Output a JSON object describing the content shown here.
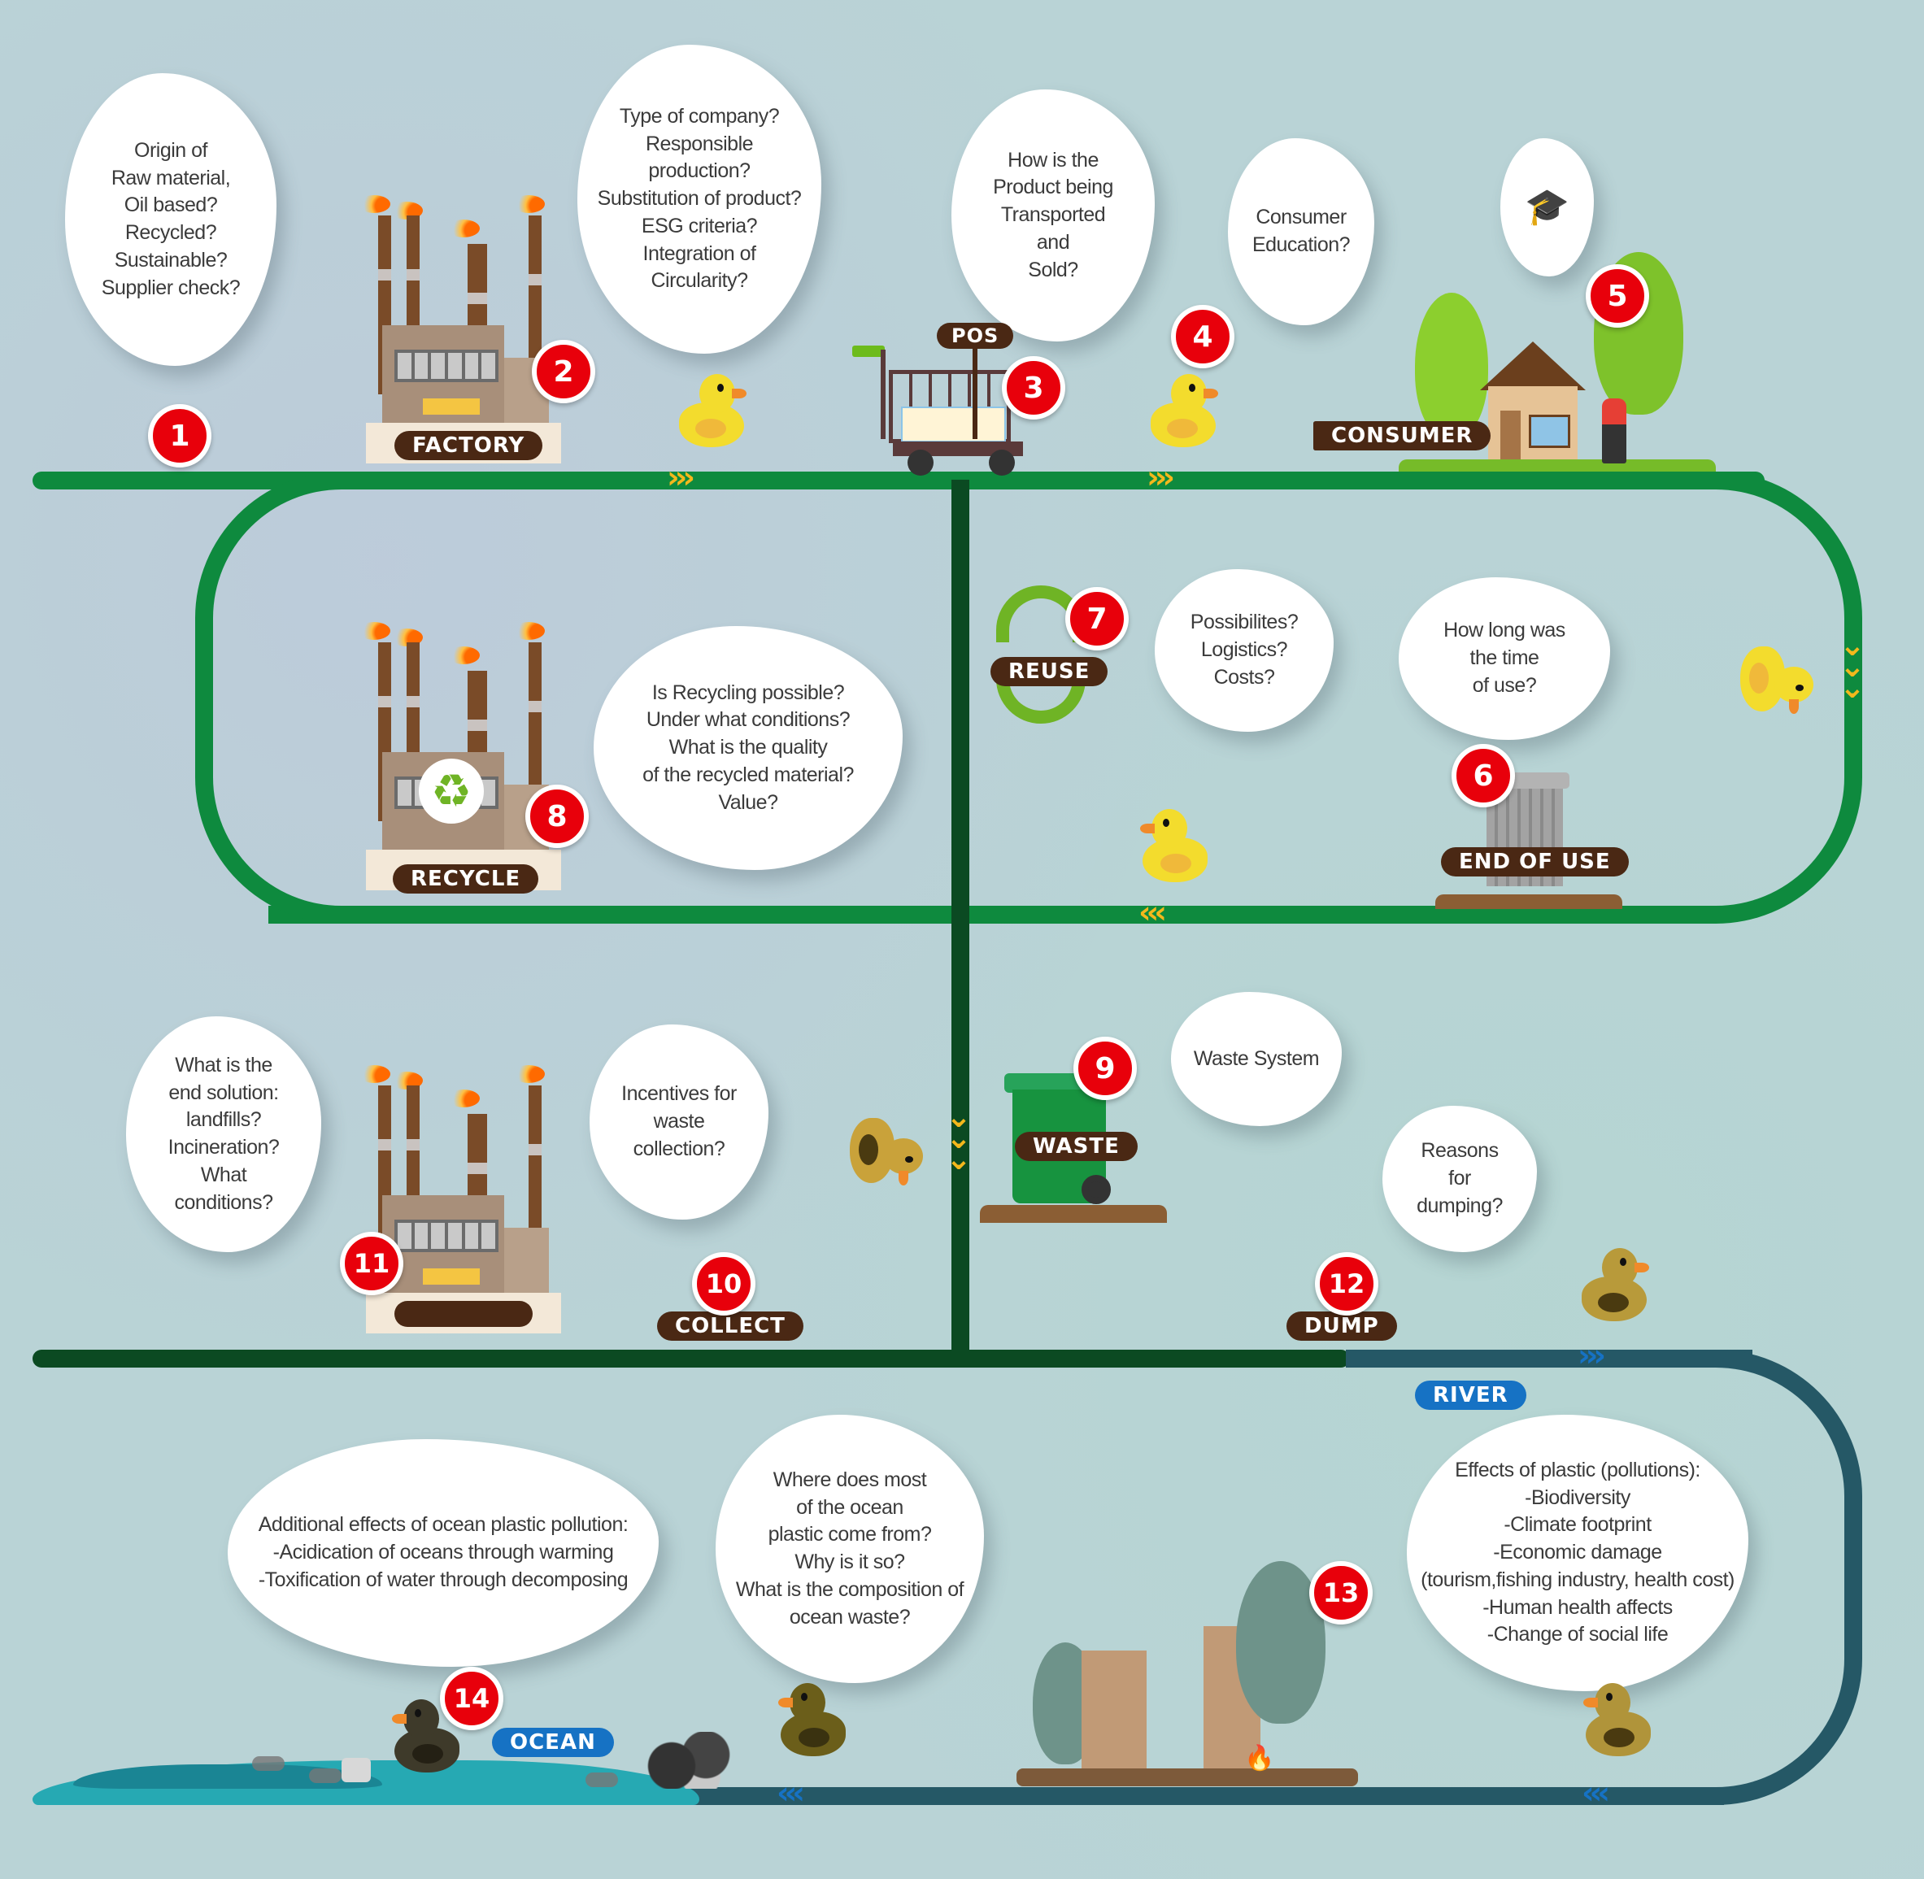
{
  "diagram": {
    "title": "Plastic product lifecycle journey",
    "colors": {
      "main_track": "#0e8a3e",
      "waste_track": "#0b4a22",
      "river_track": "#255866",
      "badge": "#e8000b",
      "label": "#4a2814",
      "river_label": "#1672c4",
      "chevron_yellow": "#f4b81c",
      "chevron_blue": "#1672c4"
    },
    "stations": [
      {
        "number": "1",
        "label": "",
        "icon": "raw-material",
        "bubble": "Origin of\nRaw material,\nOil based?\nRecycled?\nSustainable?\nSupplier check?"
      },
      {
        "number": "2",
        "label": "FACTORY",
        "icon": "factory-icon",
        "bubble": "Type of company?\nResponsible\nproduction?\nSubstitution of product?\nESG criteria?\nIntegration of\nCircularity?"
      },
      {
        "number": "3",
        "label": "POS",
        "icon": "shopping-cart-icon",
        "bubble": "How is the\nProduct being\nTransported\nand\nSold?"
      },
      {
        "number": "4",
        "label": "",
        "icon": "duck-icon",
        "bubble": "Consumer\nEducation?"
      },
      {
        "number": "5",
        "label": "CONSUMER",
        "icon": "house-icon",
        "bubble_icon": "graduation-cap-icon"
      },
      {
        "number": "6",
        "label": "END OF USE",
        "icon": "trash-can-icon",
        "bubble": "How long was\nthe time\nof use?"
      },
      {
        "number": "7",
        "label": "REUSE",
        "icon": "reuse-arrows-icon",
        "bubble": "Possibilites?\nLogistics?\nCosts?"
      },
      {
        "number": "8",
        "label": "RECYCLE",
        "icon": "recycle-factory-icon",
        "bubble": "Is Recycling possible?\nUnder what conditions?\nWhat is the quality\nof the recycled material?\nValue?"
      },
      {
        "number": "9",
        "label": "WASTE",
        "icon": "waste-bin-icon",
        "bubble": "Waste System"
      },
      {
        "number": "10",
        "label": "COLLECT",
        "icon": "",
        "bubble": "Incentives for\nwaste\ncollection?"
      },
      {
        "number": "11",
        "label": "",
        "icon": "incineration-factory-icon",
        "bubble": "What is the\nend solution:\nlandfills?\nIncineration?\nWhat\nconditions?"
      },
      {
        "number": "12",
        "label": "DUMP",
        "icon": "",
        "bubble": "Reasons\nfor\ndumping?"
      },
      {
        "number": "13",
        "label": "RIVER",
        "icon": "slum-icon",
        "bubble": "Effects of plastic (pollutions):\n-Biodiversity\n-Climate footprint\n-Economic damage\n(tourism,fishing industry, health cost)\n-Human health affects\n-Change of social life"
      },
      {
        "number": "14",
        "label": "OCEAN",
        "icon": "ocean-icon",
        "bubble": "Additional effects of ocean plastic pollution:\n-Acidication of oceans through warming\n-Toxification of water through decomposing"
      }
    ],
    "extra_bubbles": {
      "ocean_source": "Where does most\nof the ocean\nplastic come from?\nWhy is it so?\nWhat is the composition of\nocean waste?"
    },
    "chevrons": {
      "right": "›››",
      "left": "‹‹‹",
      "down": "⌄"
    }
  }
}
